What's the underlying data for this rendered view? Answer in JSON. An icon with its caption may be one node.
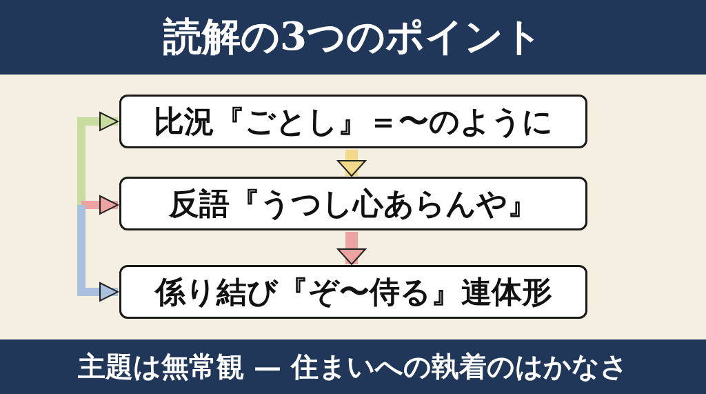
{
  "diagram": {
    "title": "読解の3つのポイント",
    "caption": "主題は無常観 — 住まいへの執着のはかなさ",
    "nodes": [
      {
        "text": [
          "比況『ごとし』＝〜のように"
        ]
      },
      {
        "text": [
          "反語『うつし心あらんや』"
        ]
      },
      {
        "text": [
          "係り結び『ぞ〜侍る』連体形"
        ]
      }
    ],
    "edges": [
      {
        "from": 0,
        "to": 1,
        "arrow": "to",
        "color": "#f2d98a"
      },
      {
        "from": 1,
        "to": 2,
        "arrow": "to",
        "color": "#eda3a3"
      },
      {
        "from": null,
        "to": 0,
        "arrow": "to",
        "color": "#c8dca0"
      },
      {
        "from": null,
        "to": 1,
        "arrow": "to",
        "color": "#eda3a3"
      },
      {
        "from": null,
        "to": 2,
        "arrow": "to",
        "color": "#a9c0de"
      }
    ]
  }
}
